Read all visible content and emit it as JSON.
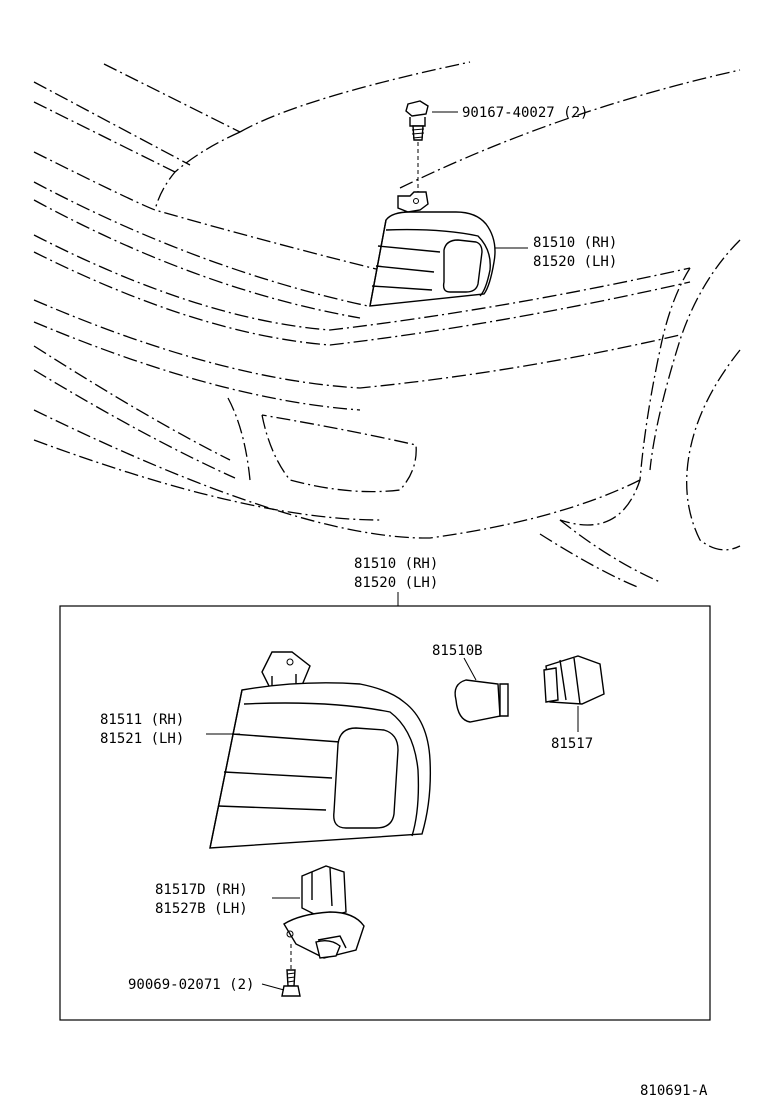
{
  "top": {
    "screw_part": "90167-40027 (2)",
    "lamp_rh": "81510 (RH)",
    "lamp_lh": "81520 (LH)"
  },
  "assembly": {
    "header_rh": "81510 (RH)",
    "header_lh": "81520 (LH)",
    "lens_rh": "81511 (RH)",
    "lens_lh": "81521 (LH)",
    "bulb": "81510B",
    "socket": "81517",
    "bracket_rh": "81517D (RH)",
    "bracket_lh": "81527B (LH)",
    "small_screw": "90069-02071 (2)"
  },
  "footer": {
    "diagram_id": "810691-A"
  }
}
